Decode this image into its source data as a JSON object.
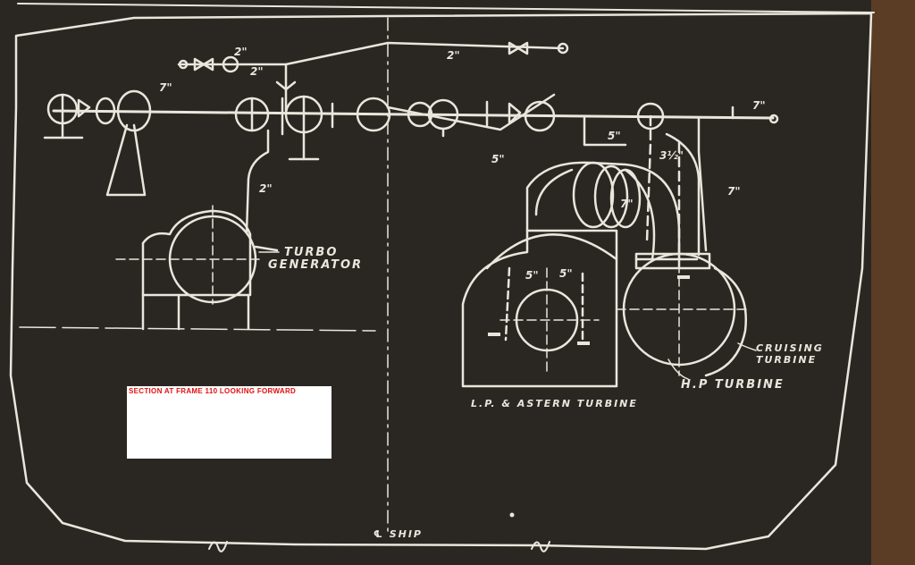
{
  "colors": {
    "board": "#2a2723",
    "line": "#e9e6dc",
    "caption_text": "#e01010",
    "caption_box": "#ffffff",
    "paper_edge": "#6b4a2e"
  },
  "caption": {
    "title": "SECTION AT FRAME 110 LOOKING FORWARD"
  },
  "labels": {
    "turbo_generator_1": "TURBO",
    "turbo_generator_2": "GENERATOR",
    "lp_astern_turbine": "L.P. & ASTERN TURBINE",
    "hp_turbine": "H.P TURBINE",
    "cruising_turbine_1": "CRUISING",
    "cruising_turbine_2": "TURBINE",
    "ship_centerline": "℄ SHIP"
  },
  "dimensions": {
    "d_2a": "2\"",
    "d_2b": "2\"",
    "d_2c": "2\"",
    "d_2d": "2\"",
    "d_7a": "7\"",
    "d_7b": "7\"",
    "d_7c": "7\"",
    "d_7d": "7\"",
    "d_5a": "5\"",
    "d_5b": "5\"",
    "d_5c": "5\"",
    "d_5d": "5\"",
    "d_3half": "3½\""
  }
}
